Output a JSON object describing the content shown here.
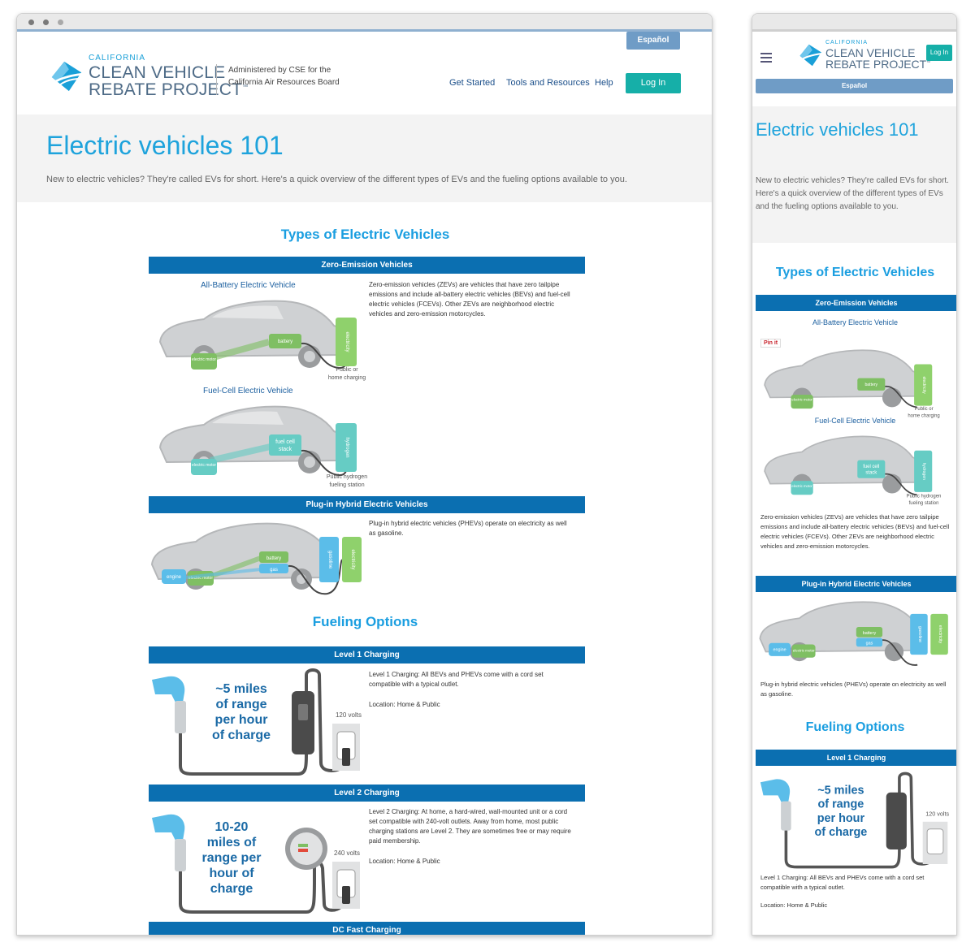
{
  "header": {
    "logo": {
      "state": "CALIFORNIA",
      "line1": "CLEAN VEHICLE",
      "line2": "REBATE PROJECT",
      "tm": "™"
    },
    "administered": "Administered by CSE for the",
    "administered2": "California Air Resources Board",
    "nav": [
      "Get Started",
      "Tools and Resources",
      "Help"
    ],
    "espanol": "Español",
    "login": "Log In"
  },
  "hero": {
    "title": "Electric vehicles 101",
    "lead": "New to electric vehicles? They're called EVs for short. Here's a quick overview of the different types of EVs and the fueling options available to you."
  },
  "types": {
    "title": "Types of Electric Vehicles",
    "zev_bar": "Zero-Emission Vehicles",
    "bev_label": "All-Battery Electric Vehicle",
    "fcev_label": "Fuel-Cell Electric Vehicle",
    "zev_desc": "Zero-emission vehicles (ZEVs) are vehicles that have zero tailpipe emissions and include all-battery electric vehicles (BEVs) and fuel-cell electric vehicles (FCEVs). Other ZEVs are neighborhood electric vehicles and zero-emission motorcycles.",
    "phev_bar": "Plug-in Hybrid Electric Vehicles",
    "phev_desc": "Plug-in hybrid electric vehicles (PHEVs) operate on electricity as well as gasoline.",
    "diagram": {
      "battery": "battery",
      "electric_motor": "electric motor",
      "electricity": "electricity",
      "public_home": "Public or",
      "home_charging": "home charging",
      "fuel_cell": "fuel cell",
      "stack": "stack",
      "hydrogen": "hydrogen",
      "public_hydrogen": "Public hydrogen",
      "fueling_station": "fueling station",
      "engine": "engine",
      "gas": "gas",
      "gasoline": "gasoline"
    }
  },
  "fueling": {
    "title": "Fueling Options",
    "l1_bar": "Level 1 Charging",
    "l1_big": [
      "~5 miles",
      "of range",
      "per hour",
      "of charge"
    ],
    "l1_volts": "120 volts",
    "l1_desc": "Level 1 Charging: All BEVs and PHEVs come with a cord set compatible with a typical outlet.",
    "l1_loc": "Location: Home & Public",
    "l2_bar": "Level 2 Charging",
    "l2_big": [
      "10-20",
      "miles of",
      "range per",
      "hour of",
      "charge"
    ],
    "l2_volts": "240 volts",
    "l2_desc": "Level 2 Charging: At home, a hard-wired, wall-mounted unit or a cord set compatible with 240-volt outlets. Away from home, most public charging stations are Level 2. They are sometimes free or may require paid membership.",
    "l2_loc": "Location: Home & Public",
    "dc_bar": "DC Fast Charging"
  },
  "mobile": {
    "pinit": "Pin it"
  }
}
